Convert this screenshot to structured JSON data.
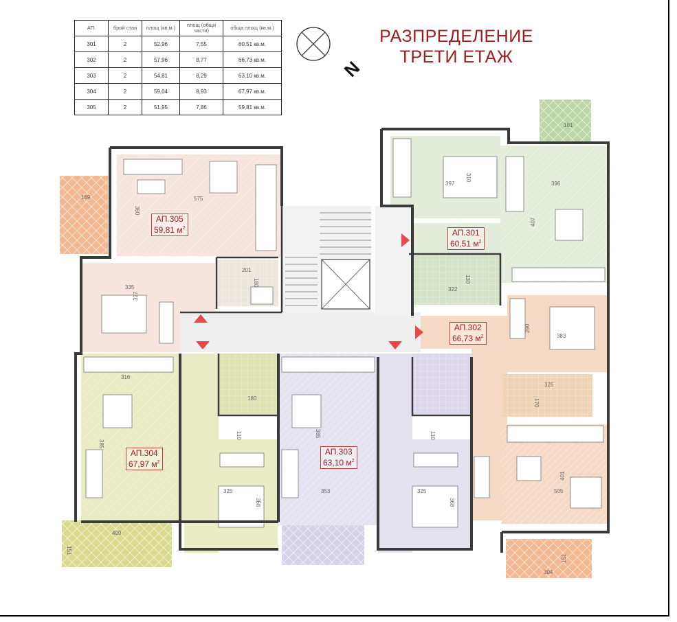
{
  "title": {
    "line1": "РАЗПРЕДЕЛЕНИЕ",
    "line2": "ТРЕТИ ЕТАЖ"
  },
  "compass": {
    "label": "N"
  },
  "table": {
    "headers": [
      "АП.",
      "брой стаи",
      "площ (кв.м.)",
      "площ (общи части)",
      "обща площ (кв.м.)"
    ],
    "rows": [
      [
        "301",
        "2",
        "52,96",
        "7,55",
        "60,51 кв.м."
      ],
      [
        "302",
        "2",
        "57,96",
        "8,77",
        "66,73 кв.м."
      ],
      [
        "303",
        "2",
        "54,81",
        "8,29",
        "63,10 кв.м."
      ],
      [
        "304",
        "2",
        "59,04",
        "8,93",
        "67,97 кв.м."
      ],
      [
        "305",
        "2",
        "51,95",
        "7,86",
        "59,81 кв.м."
      ]
    ]
  },
  "apartments": {
    "a305": {
      "name": "АП.305",
      "area": "59,81 м",
      "sup": "2"
    },
    "a301": {
      "name": "АП.301",
      "area": "60,51 м",
      "sup": "2"
    },
    "a302": {
      "name": "АП.302",
      "area": "66,73 м",
      "sup": "2"
    },
    "a304": {
      "name": "АП.304",
      "area": "67,97 м",
      "sup": "2"
    },
    "a303": {
      "name": "АП.303",
      "area": "63,10 м",
      "sup": "2"
    }
  },
  "dimensions": {
    "d169": "169",
    "d360": "360",
    "d575": "575",
    "d335": "335",
    "d327": "327",
    "d201": "201",
    "d180a": "180",
    "d397": "397",
    "d310": "310",
    "d396": "396",
    "d407": "407",
    "d322": "322",
    "d130": "130",
    "d181": "181",
    "d290": "290",
    "d383": "383",
    "d325a": "325",
    "d170": "170",
    "d505": "505",
    "d401": "401",
    "d304": "304",
    "d151a": "151",
    "d316": "316",
    "d385a": "385",
    "d409": "409",
    "d151b": "151",
    "d180b": "180",
    "d110a": "110",
    "d325b": "325",
    "d368a": "368",
    "d385b": "385",
    "d353": "353",
    "d110b": "110",
    "d325c": "325",
    "d368b": "368"
  },
  "colors": {
    "a305": "#f6e5de",
    "a301": "#e4ecdb",
    "a302": "#f6d9c4",
    "a304": "#e9ebc4",
    "a303": "#e5e2f0",
    "common": "#efefef",
    "wall": "#3a3a3a",
    "accent": "#a01c1c",
    "arrow": "#e8484a"
  }
}
